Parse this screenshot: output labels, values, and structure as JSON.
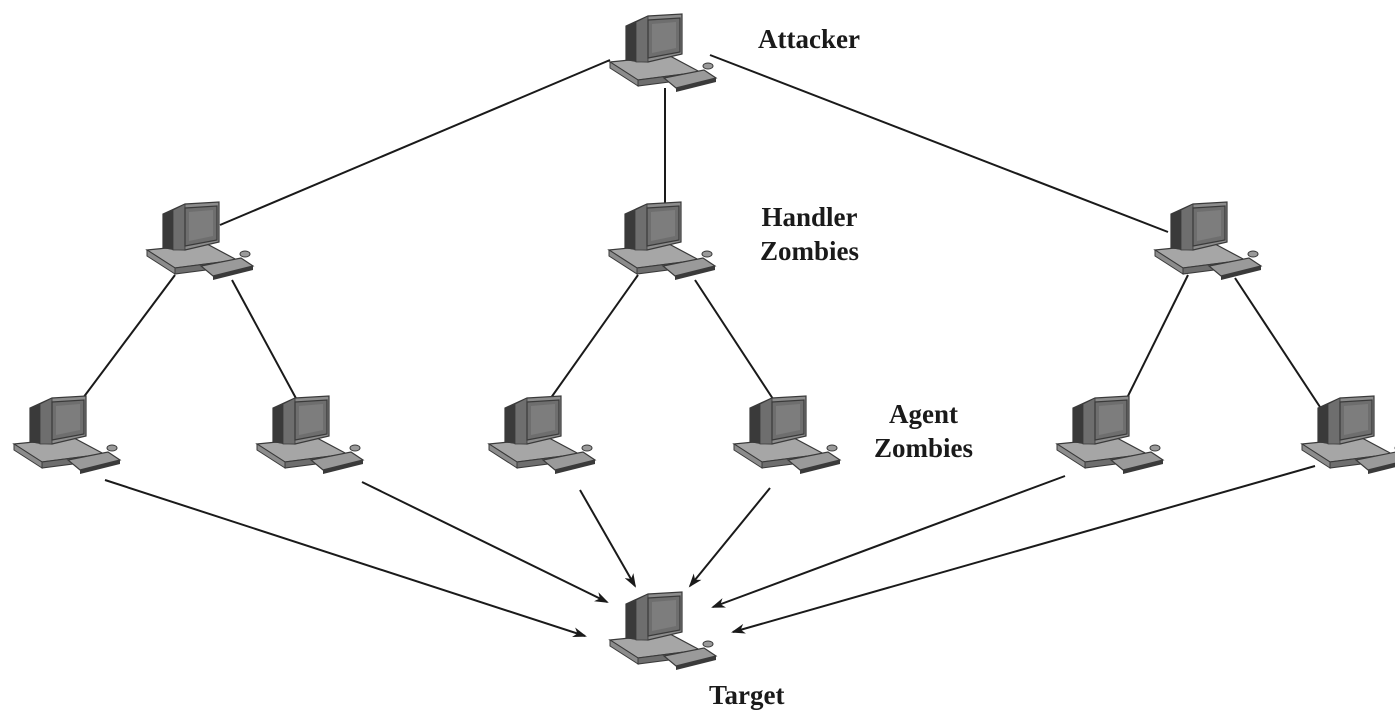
{
  "labels": {
    "attacker": "Attacker",
    "handler_line1": "Handler",
    "handler_line2": "Zombies",
    "agent_line1": "Agent",
    "agent_line2": "Zombies",
    "target": "Target"
  },
  "nodes": [
    {
      "id": "attacker",
      "role": "attacker",
      "icon": "computer-icon"
    },
    {
      "id": "handler-1",
      "role": "handler",
      "icon": "computer-icon"
    },
    {
      "id": "handler-2",
      "role": "handler",
      "icon": "computer-icon"
    },
    {
      "id": "handler-3",
      "role": "handler",
      "icon": "computer-icon"
    },
    {
      "id": "agent-1",
      "role": "agent",
      "icon": "computer-icon"
    },
    {
      "id": "agent-2",
      "role": "agent",
      "icon": "computer-icon"
    },
    {
      "id": "agent-3",
      "role": "agent",
      "icon": "computer-icon"
    },
    {
      "id": "agent-4",
      "role": "agent",
      "icon": "computer-icon"
    },
    {
      "id": "agent-5",
      "role": "agent",
      "icon": "computer-icon"
    },
    {
      "id": "agent-6",
      "role": "agent",
      "icon": "computer-icon"
    },
    {
      "id": "target",
      "role": "target",
      "icon": "computer-icon"
    }
  ],
  "edges": [
    {
      "from": "attacker",
      "to": "handler-1",
      "arrow": false
    },
    {
      "from": "attacker",
      "to": "handler-2",
      "arrow": false
    },
    {
      "from": "attacker",
      "to": "handler-3",
      "arrow": false
    },
    {
      "from": "handler-1",
      "to": "agent-1",
      "arrow": false
    },
    {
      "from": "handler-1",
      "to": "agent-2",
      "arrow": false
    },
    {
      "from": "handler-2",
      "to": "agent-3",
      "arrow": false
    },
    {
      "from": "handler-2",
      "to": "agent-4",
      "arrow": false
    },
    {
      "from": "handler-3",
      "to": "agent-5",
      "arrow": false
    },
    {
      "from": "handler-3",
      "to": "agent-6",
      "arrow": false
    },
    {
      "from": "agent-1",
      "to": "target",
      "arrow": true
    },
    {
      "from": "agent-2",
      "to": "target",
      "arrow": true
    },
    {
      "from": "agent-3",
      "to": "target",
      "arrow": true
    },
    {
      "from": "agent-4",
      "to": "target",
      "arrow": true
    },
    {
      "from": "agent-5",
      "to": "target",
      "arrow": true
    },
    {
      "from": "agent-6",
      "to": "target",
      "arrow": true
    }
  ],
  "colors": {
    "line": "#1a1a1a",
    "monitor_body": "#8c8c8c",
    "monitor_screen": "#6e6e6e",
    "monitor_dark": "#3a3a3a",
    "base": "#a6a6a6",
    "keyboard": "#9a9a9a"
  }
}
